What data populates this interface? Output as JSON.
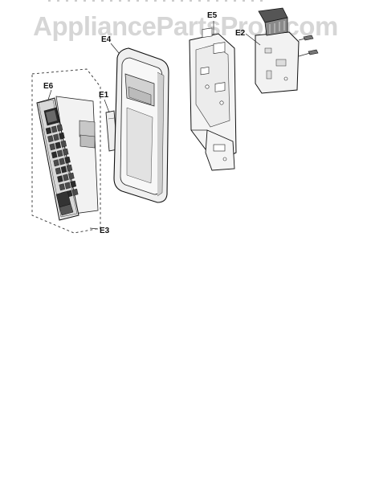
{
  "watermark": "AppliancePartsPros.com",
  "callouts": {
    "e1": "E1",
    "e2": "E2",
    "e3": "E3",
    "e4": "E4",
    "e5": "E5",
    "e6": "E6"
  }
}
